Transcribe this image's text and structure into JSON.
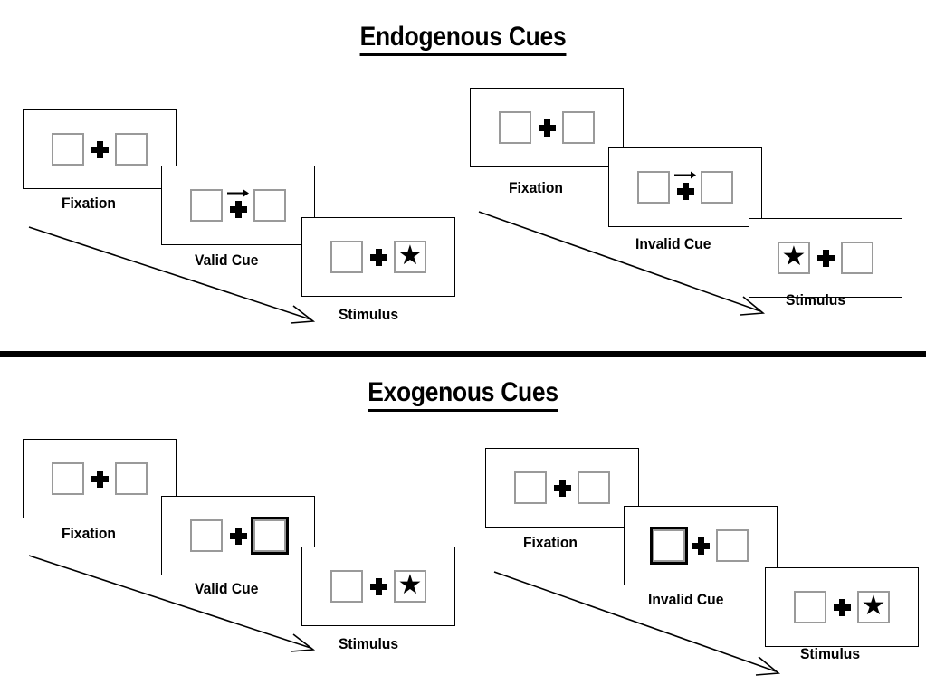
{
  "figure": {
    "title_endogenous": "Endogenous Cues",
    "title_exogenous": "Exogenous Cues"
  },
  "colors": {
    "frame_border": "#000000",
    "box_border": "#9a9a9a",
    "highlight_border": "#000000",
    "ink": "#000000",
    "background": "#ffffff"
  },
  "icons": {
    "star": "★",
    "fixation_cross": "plus-cross-icon",
    "cue_arrow": "right-arrow-icon",
    "flow_arrow": "diagonal-flow-arrow-icon"
  },
  "sections": [
    {
      "id": "endogenous",
      "title": "Endogenous Cues",
      "sequences": [
        {
          "id": "endogenous-valid",
          "cue_type": "valid",
          "panels": [
            {
              "caption": "Fixation",
              "left_box": "empty",
              "right_box": "empty",
              "cue": "none",
              "cross": "plain"
            },
            {
              "caption": "Valid Cue",
              "left_box": "empty",
              "right_box": "empty",
              "cue": "arrow-right",
              "cross": "with-arrow"
            },
            {
              "caption": "Stimulus",
              "left_box": "empty",
              "right_box": "star",
              "cue": "none",
              "cross": "plain"
            }
          ]
        },
        {
          "id": "endogenous-invalid",
          "cue_type": "invalid",
          "panels": [
            {
              "caption": "Fixation",
              "left_box": "empty",
              "right_box": "empty",
              "cue": "none",
              "cross": "plain"
            },
            {
              "caption": "Invalid Cue",
              "left_box": "empty",
              "right_box": "empty",
              "cue": "arrow-right",
              "cross": "with-arrow"
            },
            {
              "caption": "Stimulus",
              "left_box": "star",
              "right_box": "empty",
              "cue": "none",
              "cross": "plain"
            }
          ]
        }
      ]
    },
    {
      "id": "exogenous",
      "title": "Exogenous Cues",
      "sequences": [
        {
          "id": "exogenous-valid",
          "cue_type": "valid",
          "panels": [
            {
              "caption": "Fixation",
              "left_box": "empty",
              "right_box": "empty",
              "cue": "none",
              "cross": "plain"
            },
            {
              "caption": "Valid Cue",
              "left_box": "empty",
              "right_box": "highlight",
              "cue": "none",
              "cross": "plain"
            },
            {
              "caption": "Stimulus",
              "left_box": "empty",
              "right_box": "star",
              "cue": "none",
              "cross": "plain"
            }
          ]
        },
        {
          "id": "exogenous-invalid",
          "cue_type": "invalid",
          "panels": [
            {
              "caption": "Fixation",
              "left_box": "empty",
              "right_box": "empty",
              "cue": "none",
              "cross": "plain"
            },
            {
              "caption": "Invalid Cue",
              "left_box": "highlight",
              "right_box": "empty",
              "cue": "none",
              "cross": "plain"
            },
            {
              "caption": "Stimulus",
              "left_box": "empty",
              "right_box": "star",
              "cue": "none",
              "cross": "plain"
            }
          ]
        }
      ]
    }
  ],
  "captions": {
    "fixation": "Fixation",
    "valid_cue": "Valid Cue",
    "invalid_cue": "Invalid Cue",
    "stimulus": "Stimulus"
  }
}
